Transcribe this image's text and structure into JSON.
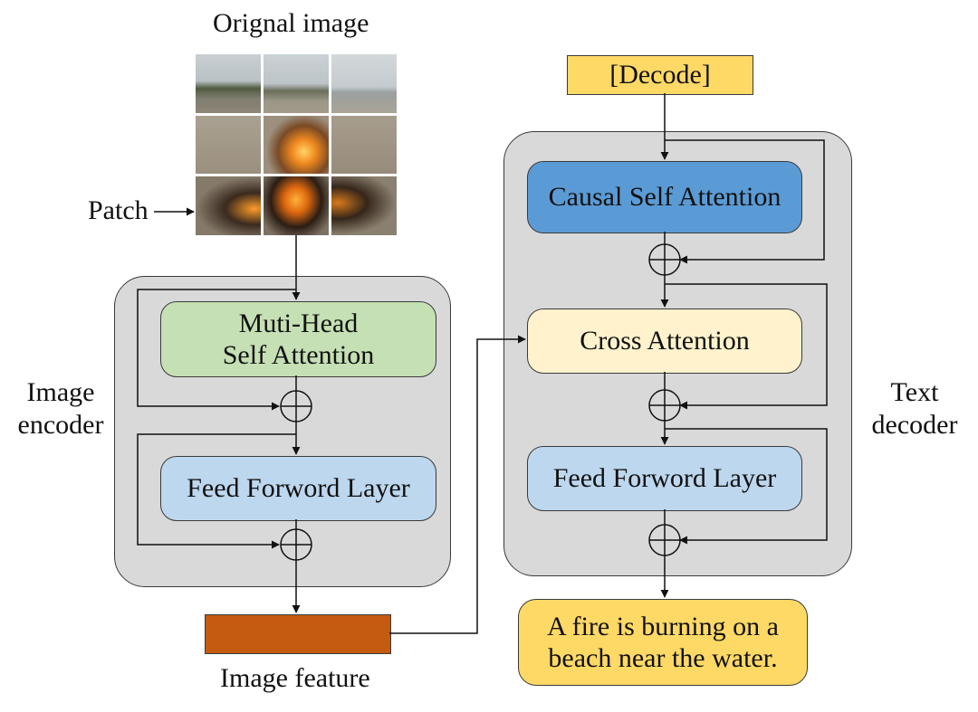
{
  "original_image_label": "Orignal image",
  "patch_label": "Patch",
  "image_encoder": {
    "side_label_line1": "Image",
    "side_label_line2": "encoder",
    "mhsa_line1": "Muti-Head",
    "mhsa_line2": "Self Attention",
    "ffn": "Feed Forword Layer"
  },
  "image_feature_label": "Image feature",
  "text_decoder": {
    "side_label_line1": "Text",
    "side_label_line2": "decoder",
    "causal": "Causal Self Attention",
    "cross": "Cross Attention",
    "ffn": "Feed Forword Layer"
  },
  "decode_token": "[Decode]",
  "output_line1": "A fire is burning on a",
  "output_line2": "beach near the water.",
  "colors": {
    "panel": "#d9d9d9",
    "mhsa": "#c5e0b4",
    "ffn": "#bdd7ee",
    "causal": "#5b9bd5",
    "cross": "#fff2cc",
    "token": "#ffd966",
    "feature": "#c55a11"
  },
  "icons": [
    "add-circle-icon",
    "arrow-icon"
  ]
}
